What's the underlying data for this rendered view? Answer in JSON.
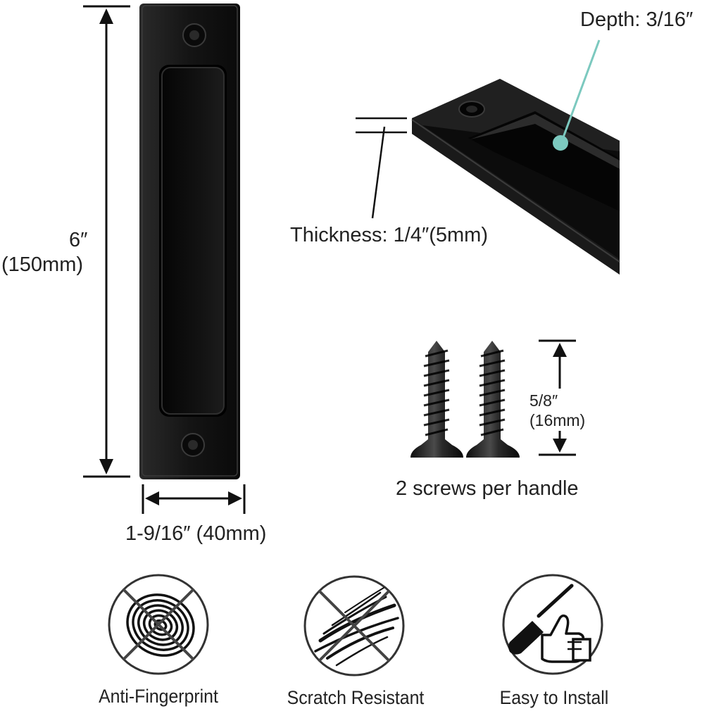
{
  "dimensions": {
    "height_label": "6″",
    "height_metric": "(150mm)",
    "width_label": "1-9/16″ (40mm)",
    "depth_label": "Depth: 3/16″",
    "thickness_label": "Thickness: 1/4″(5mm)",
    "screw_length": "5/8″",
    "screw_length_metric": "(16mm)",
    "screws_caption": "2 screws per handle"
  },
  "features": [
    {
      "label": "Anti-Fingerprint",
      "icon": "fingerprint-crossed-icon"
    },
    {
      "label": "Scratch Resistant",
      "icon": "scratch-crossed-icon"
    },
    {
      "label": "Easy to Install",
      "icon": "screwdriver-thumbs-up-icon"
    }
  ],
  "colors": {
    "product": "#111111",
    "dimension_lines": "#111111",
    "depth_callout": "#7cc9bf",
    "icon_ring": "#333333"
  }
}
